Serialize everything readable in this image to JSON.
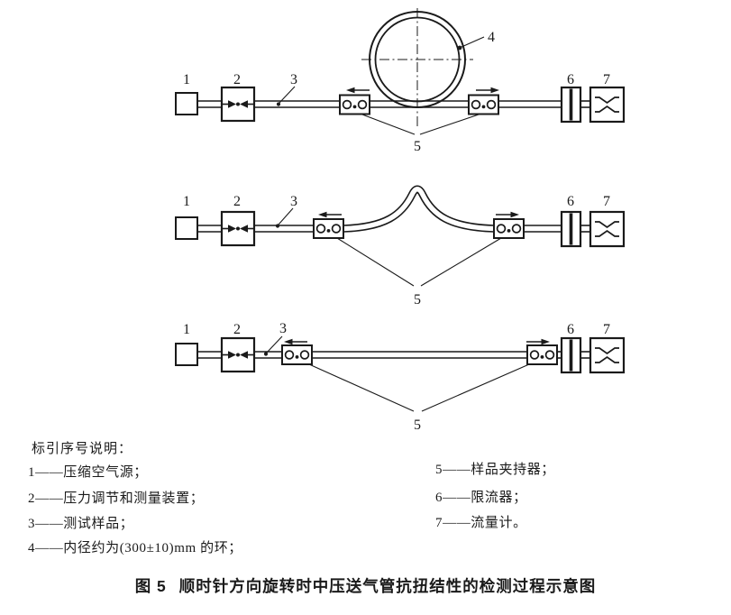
{
  "diagram_labels": {
    "n1": "1",
    "n2": "2",
    "n3": "3",
    "n4": "4",
    "n5": "5",
    "n6": "6",
    "n7": "7"
  },
  "legend": {
    "title": "标引序号说明：",
    "items_left": [
      "1——压缩空气源；",
      "2——压力调节和测量装置；",
      "3——测试样品；",
      "4——内径约为(300±10)mm 的环；"
    ],
    "items_right": [
      "5——样品夹持器；",
      "6——限流器；",
      "7——流量计。"
    ]
  },
  "caption": {
    "figure_no": "图 5",
    "title": "顺时针方向旋转时中压送气管抗扭结性的检测过程示意图"
  },
  "colors": {
    "line": "#1a1a1a",
    "background": "#ffffff"
  }
}
